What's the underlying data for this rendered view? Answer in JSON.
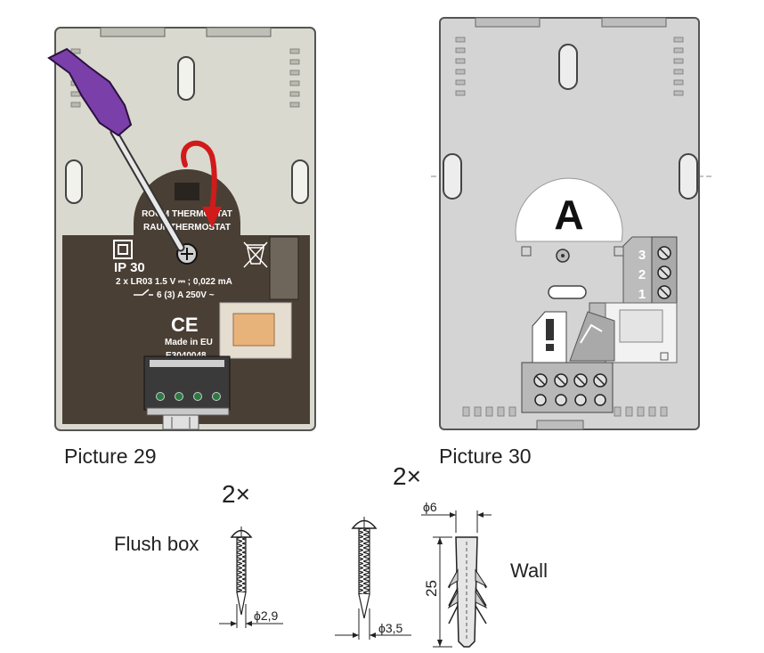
{
  "picture29": {
    "caption": "Picture 29",
    "label_line1": "ROOM THERMOSTAT",
    "label_line2": "RAUMTHERMOSTAT",
    "ip_rating": "IP 30",
    "spec_battery": "2 x LR03  1.5 V ⎓ ; 0,022 mA",
    "spec_relay": "6 (3) A   250V ~",
    "ce_mark": "CE",
    "made_in": "Made in EU",
    "code": "E3040048"
  },
  "picture30": {
    "caption": "Picture 30",
    "area_label": "A",
    "terminal_numbers": [
      "3",
      "2",
      "1"
    ]
  },
  "hardware": {
    "screw_count_left": "2×",
    "screw_count_right": "2×",
    "flush_box_label": "Flush box",
    "wall_label": "Wall",
    "diameter_small": "ϕ2,9",
    "diameter_large": "ϕ3,5",
    "plug_diameter": "ϕ6",
    "plug_length": "25"
  },
  "colors": {
    "housing_light": "#d9d9cf",
    "housing_dark": "#4a3f35",
    "housing_grey": "#d4d4d4",
    "arrow_red": "#d11a1a",
    "screwdriver_purple": "#7a3fa8"
  }
}
